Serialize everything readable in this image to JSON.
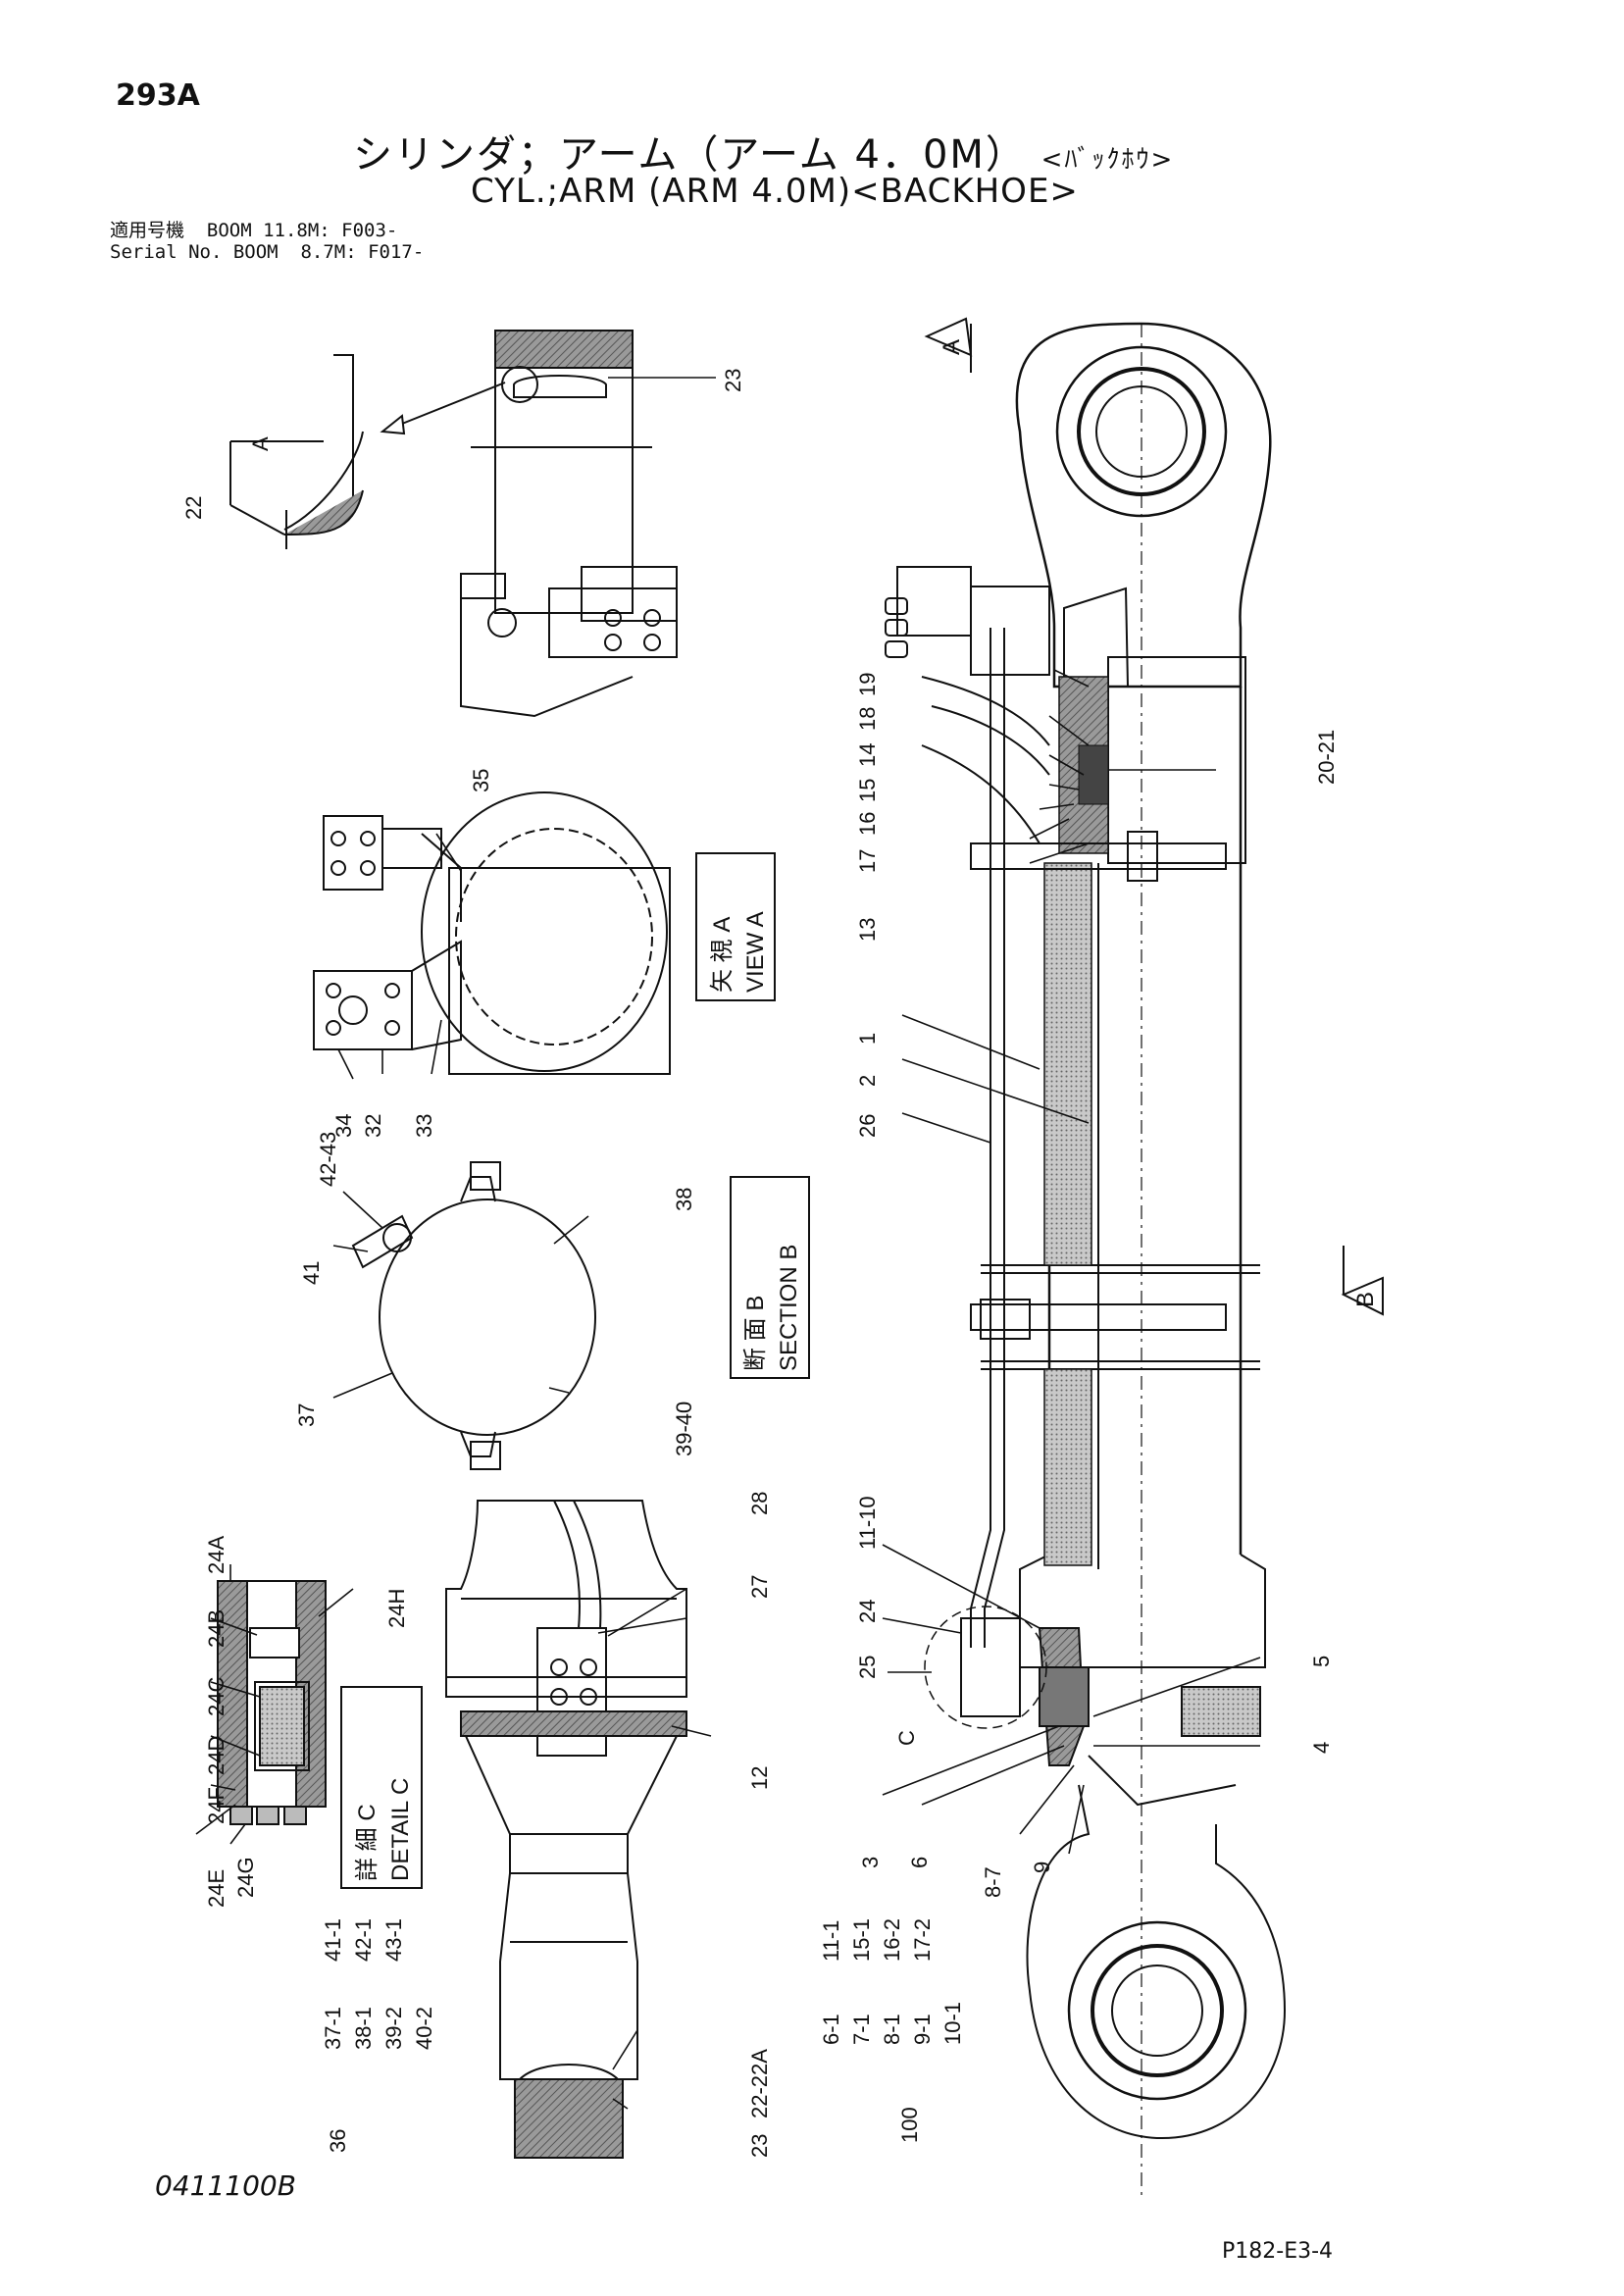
{
  "header": {
    "page_number": "293A",
    "title_ja": "シリンダ；アーム（アーム 4．0M）",
    "title_ja_suffix": "<ﾊﾞｯｸﾎｳ>",
    "title_en": "CYL.;ARM (ARM 4.0M)<BACKHOE>",
    "serial_line1": "適用号機  BOOM 11.8M: F003-",
    "serial_line2": "Serial No. BOOM  8.7M: F017-"
  },
  "views": {
    "view_a_ja": "矢 視 A",
    "view_a_en": "VIEW A",
    "section_b_ja": "断 面 B",
    "section_b_en": "SECTION B",
    "detail_c_ja": "詳 細 C",
    "detail_c_en": "DETAIL C",
    "arrow_a": "A",
    "arrow_b": "B",
    "mark_c": "C",
    "small_a": "A"
  },
  "callouts": {
    "c1": "1",
    "c2": "2",
    "c3": "3",
    "c4": "4",
    "c5": "5",
    "c6": "6",
    "c8_7": "8-7",
    "c9": "9",
    "c11_10": "11-10",
    "c12": "12",
    "c13": "13",
    "c14": "14",
    "c15": "15",
    "c16": "16",
    "c17": "17",
    "c18": "18",
    "c19": "19",
    "c20_21": "20-21",
    "c22": "22",
    "c22_22a": "22-22A",
    "c23_top": "23",
    "c23_bot": "23",
    "c24": "24",
    "c25": "25",
    "c26": "26",
    "c27": "27",
    "c28": "28",
    "c32": "32",
    "c33": "33",
    "c34": "34",
    "c35": "35",
    "c36": "36",
    "c37": "37",
    "c38": "38",
    "c39_40": "39-40",
    "c41": "41",
    "c42_43": "42-43",
    "c24a": "24A",
    "c24b": "24B",
    "c24c": "24C",
    "c24d": "24D",
    "c24e": "24E",
    "c24f": "24F",
    "c24g": "24G",
    "c24h": "24H",
    "c100": "100"
  },
  "kit_36": {
    "col1": [
      "37-1",
      "38-1",
      "39-2",
      "40-2"
    ],
    "col2": [
      "41-1",
      "42-1",
      "43-1"
    ]
  },
  "kit_100": {
    "col1": [
      "6-1",
      "7-1",
      "8-1",
      "9-1",
      "10-1"
    ],
    "col2": [
      "11-1",
      "15-1",
      "16-2",
      "17-2"
    ]
  },
  "footer": {
    "drawing_number": "0411100B",
    "page_code": "P182-E3-4"
  }
}
